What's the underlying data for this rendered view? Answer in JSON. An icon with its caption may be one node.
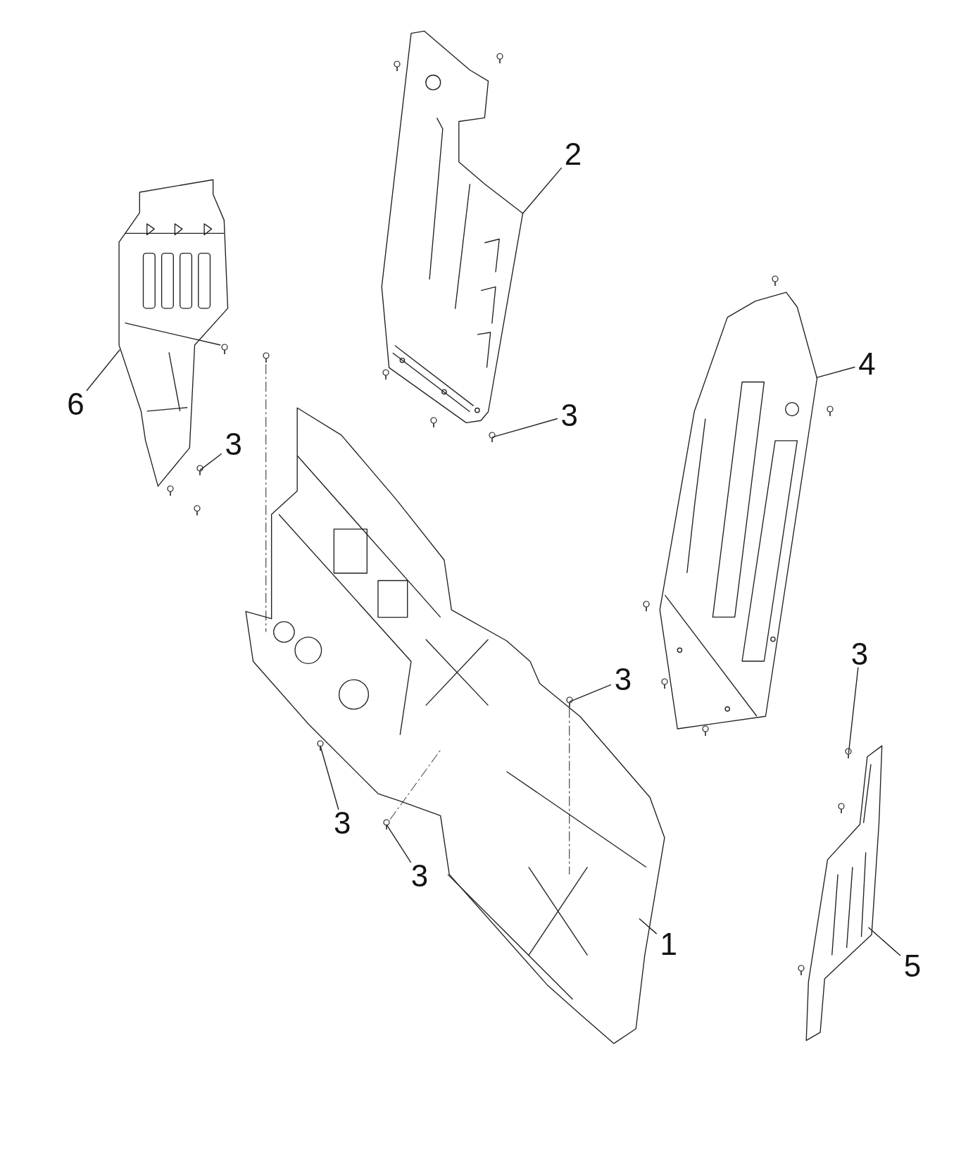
{
  "diagram": {
    "nodes": [
      {
        "text": [
          "2"
        ]
      },
      {
        "text": [],
        "shape": "picture"
      },
      {
        "text": [
          "6"
        ]
      },
      {
        "text": [],
        "shape": "picture"
      },
      {
        "text": [
          "3"
        ]
      },
      {
        "text": [],
        "shape": "picture"
      },
      {
        "text": [
          "3"
        ]
      },
      {
        "text": [],
        "shape": "picture"
      },
      {
        "text": [
          "4"
        ]
      },
      {
        "text": [],
        "shape": "picture"
      },
      {
        "text": [
          "3"
        ]
      },
      {
        "text": [],
        "shape": "picture"
      },
      {
        "text": [
          "3"
        ]
      },
      {
        "text": [],
        "shape": "picture"
      },
      {
        "text": [
          "3"
        ]
      },
      {
        "text": [],
        "shape": "picture"
      },
      {
        "text": [
          "3"
        ]
      },
      {
        "text": [],
        "shape": "picture"
      },
      {
        "text": [
          "1"
        ]
      },
      {
        "text": [],
        "shape": "picture"
      },
      {
        "text": [
          "5"
        ]
      },
      {
        "text": [],
        "shape": "picture"
      },
      {
        "text": [],
        "shape": "picture"
      }
    ],
    "edges": [
      {
        "from": 0,
        "to": 1,
        "arrow": "none"
      },
      {
        "from": 2,
        "to": 3,
        "arrow": "none"
      },
      {
        "from": 4,
        "to": 5,
        "arrow": "none"
      },
      {
        "from": 6,
        "to": 7,
        "arrow": "none"
      },
      {
        "from": 8,
        "to": 9,
        "arrow": "none"
      },
      {
        "from": 10,
        "to": 11,
        "arrow": "none"
      },
      {
        "from": 12,
        "to": 13,
        "arrow": "none"
      },
      {
        "from": 14,
        "to": 15,
        "arrow": "none"
      },
      {
        "from": 16,
        "to": 17,
        "arrow": "none"
      },
      {
        "from": 18,
        "to": 19,
        "arrow": "none"
      },
      {
        "from": 20,
        "to": 21,
        "arrow": "none"
      },
      {
        "from": 22,
        "to": 19,
        "arrow": "none",
        "style": "dashed"
      },
      {
        "from": 13,
        "to": 19,
        "arrow": "none",
        "style": "dashed"
      },
      {
        "from": 17,
        "to": 19,
        "arrow": "none",
        "style": "dashed"
      }
    ]
  }
}
